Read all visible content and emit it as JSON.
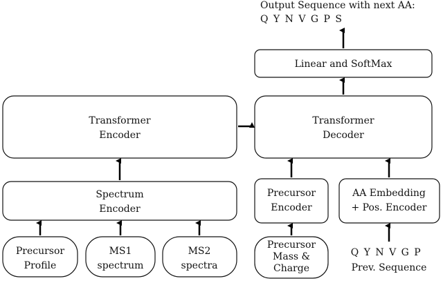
{
  "output": {
    "title": "Output Sequence with next AA:",
    "sequence": "Q Y N V G P S"
  },
  "boxes": {
    "linear_softmax": [
      "Linear and SoftMax"
    ],
    "transformer_encoder": [
      "Transformer",
      "Encoder"
    ],
    "transformer_decoder": [
      "Transformer",
      "Decoder"
    ],
    "spectrum_encoder": [
      "Spectrum",
      "Encoder"
    ],
    "precursor_encoder": [
      "Precursor",
      "Encoder"
    ],
    "aa_embedding": [
      "AA Embedding",
      "+ Pos. Encoder"
    ],
    "precursor_profile": [
      "Precursor",
      "Profile"
    ],
    "ms1_spectrum": [
      "MS1",
      "spectrum"
    ],
    "ms2_spectra": [
      "MS2",
      "spectra"
    ],
    "precursor_mass_charge": [
      "Precursor",
      "Mass &",
      "Charge"
    ]
  },
  "input": {
    "sequence": "Q Y N V G P",
    "label": "Prev. Sequence"
  }
}
